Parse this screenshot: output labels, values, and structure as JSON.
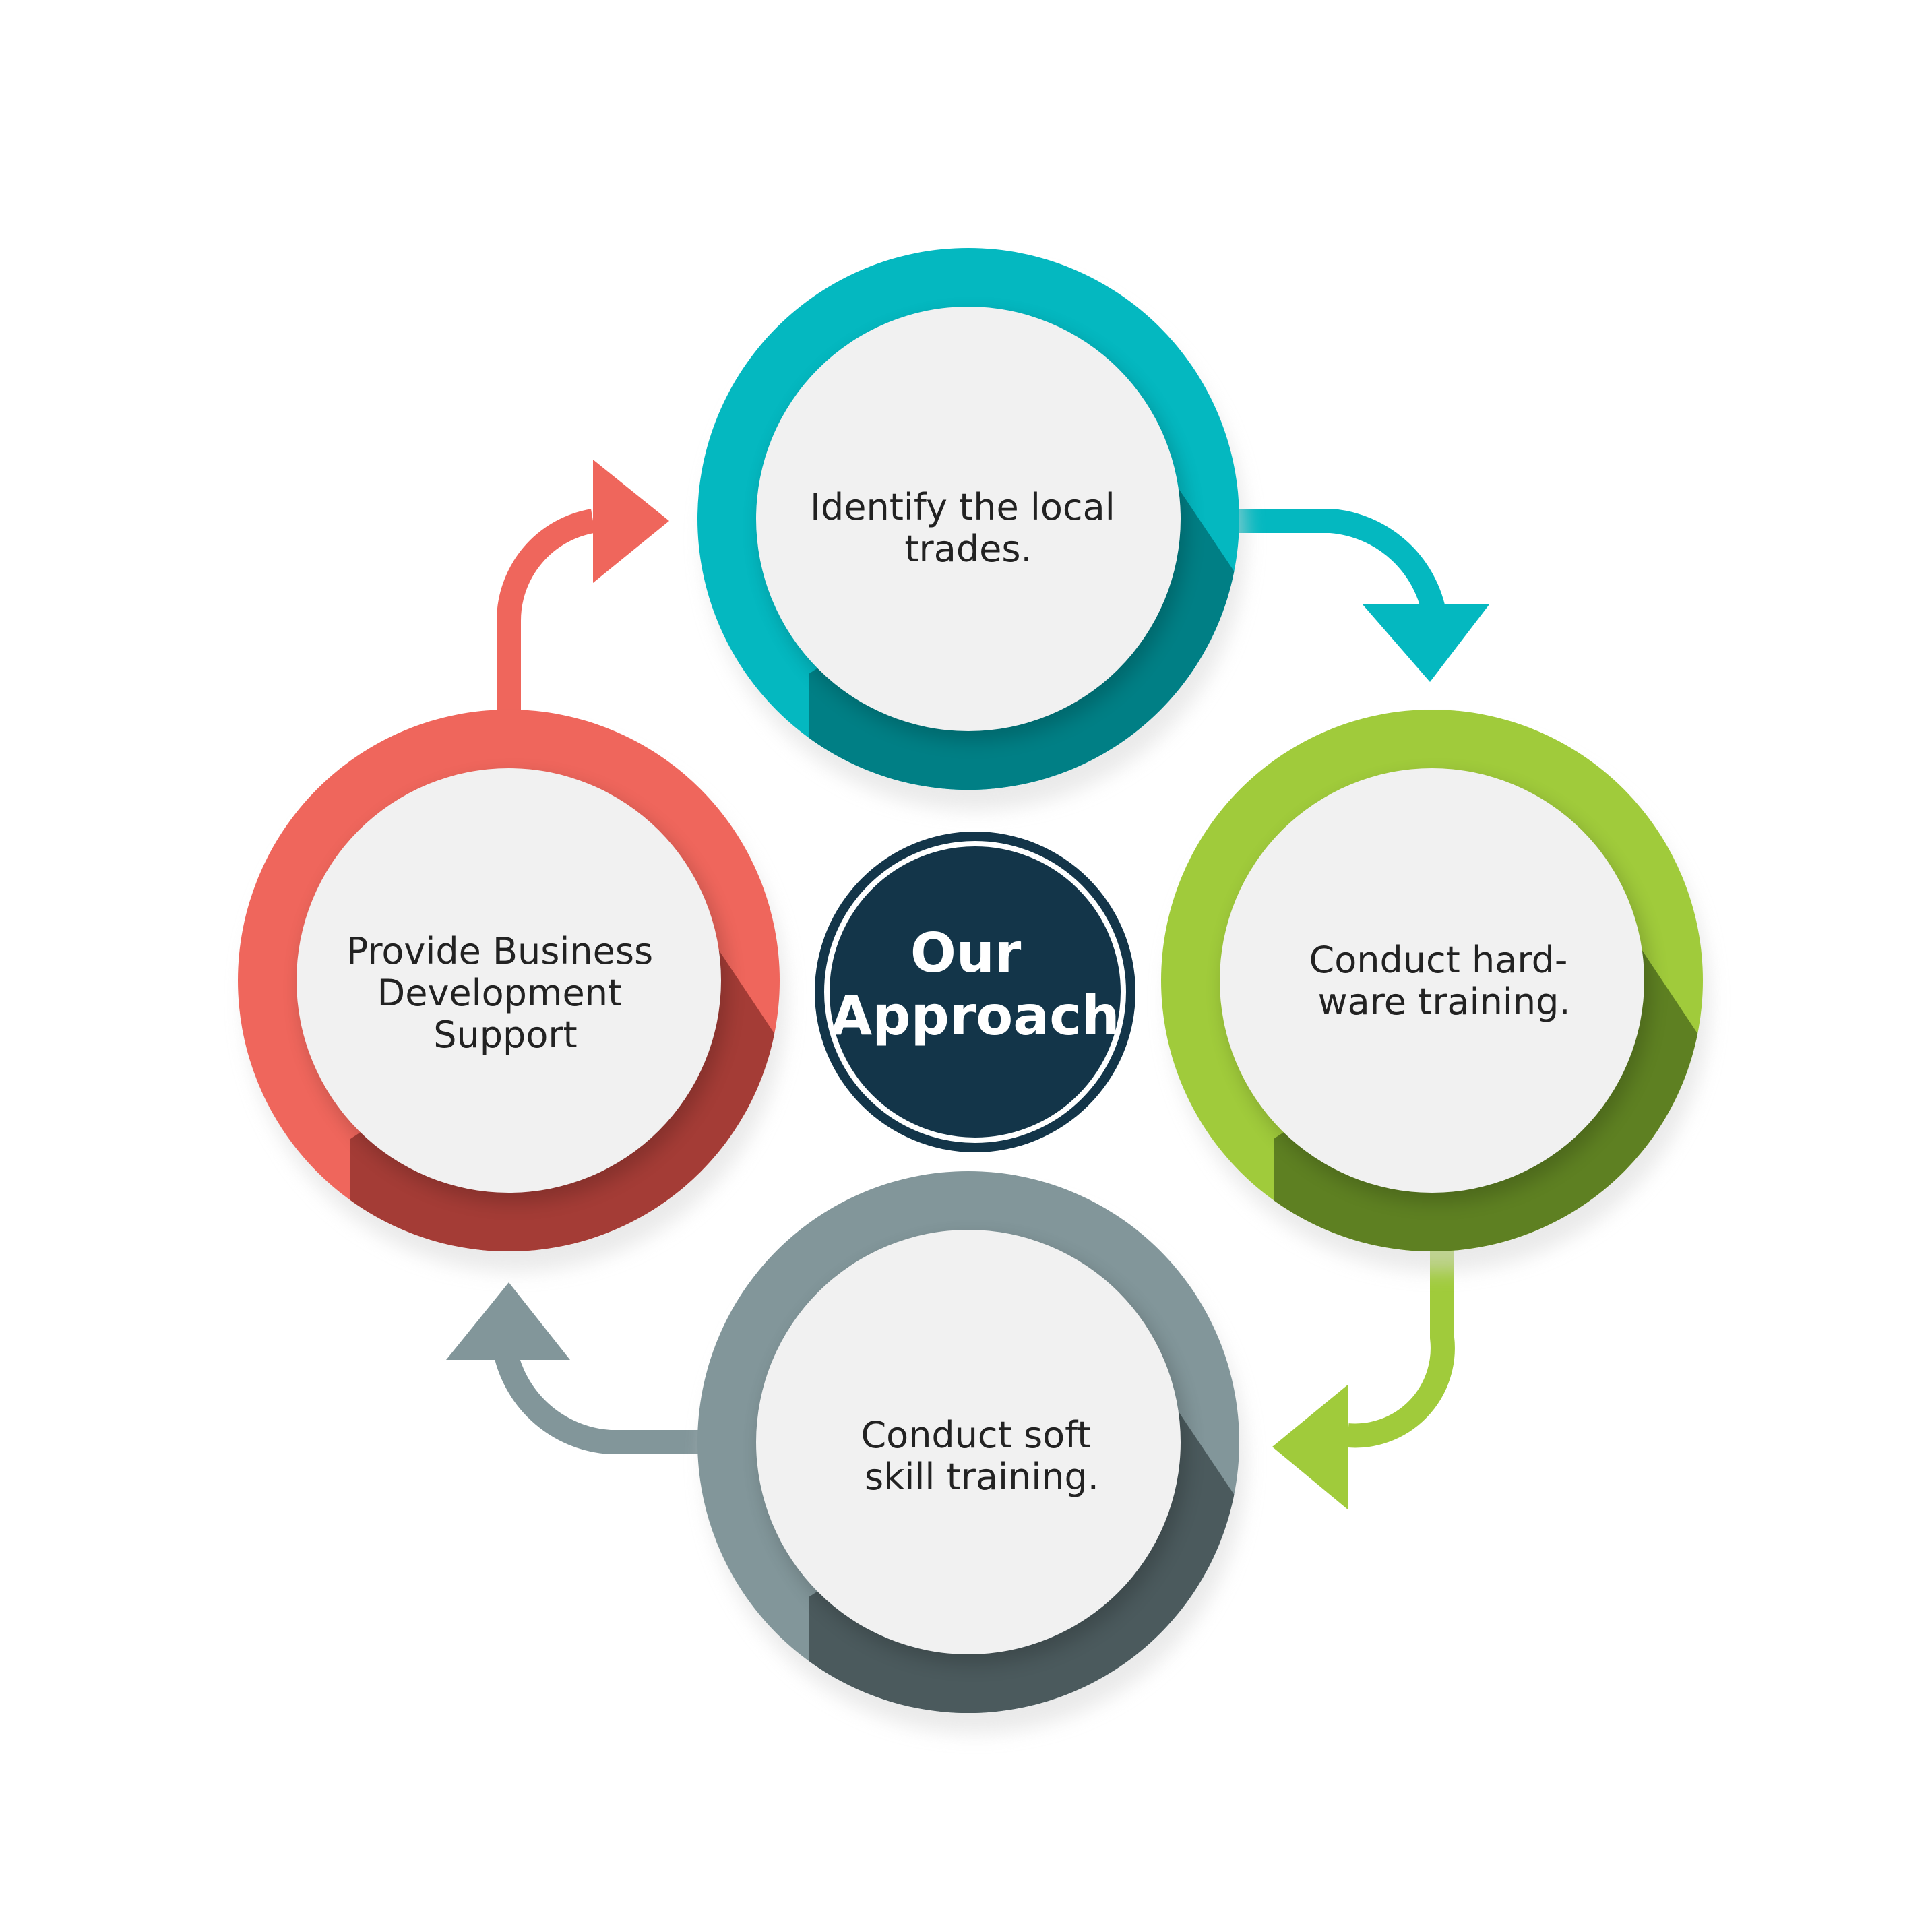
{
  "diagram": {
    "center": {
      "lines": [
        "Our",
        "Approach"
      ],
      "color": "#133549"
    },
    "steps": [
      {
        "lines": [
          "Identify the local",
          "trades."
        ],
        "color": "#04b8c0",
        "dark": "#007f85"
      },
      {
        "lines": [
          "Conduct hard-",
          "ware training."
        ],
        "color": "#a0cb3b",
        "dark": "#5e8022"
      },
      {
        "lines": [
          "Conduct soft",
          "skill training."
        ],
        "color": "#82969a",
        "dark": "#4b5a5d"
      },
      {
        "lines": [
          "Provide Business",
          "Development",
          "Support"
        ],
        "color": "#ef665c",
        "dark": "#a43c36"
      }
    ],
    "inner_fill": "#f1f1f1"
  }
}
